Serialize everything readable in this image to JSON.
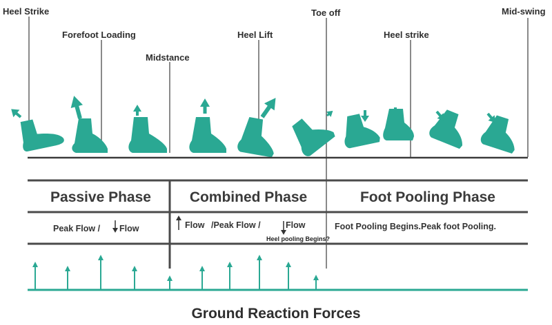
{
  "colors": {
    "teal": "#2aa893",
    "line": "#4a4a4a",
    "text": "#2e2e2e",
    "ground": "#2aa893"
  },
  "gait_labels": [
    {
      "id": "heel-strike",
      "text": "Heel Strike"
    },
    {
      "id": "forefoot-loading",
      "text": "Forefoot Loading"
    },
    {
      "id": "midstance",
      "text": "Midstance"
    },
    {
      "id": "heel-lift",
      "text": "Heel Lift"
    },
    {
      "id": "toe-off",
      "text": "Toe off"
    },
    {
      "id": "heel-strike-2",
      "text": "Heel strike"
    },
    {
      "id": "mid-swing",
      "text": "Mid-swing"
    }
  ],
  "phases": [
    {
      "id": "passive",
      "title": "Passive Phase"
    },
    {
      "id": "combined",
      "title": "Combined Phase"
    },
    {
      "id": "pooling",
      "title": "Foot Pooling Phase"
    }
  ],
  "flow_row": {
    "passive": {
      "left": "Peak Flow /",
      "right": "Flow"
    },
    "combined": {
      "a": "Flow",
      "b": "/Peak Flow /",
      "c": "Flow",
      "note": "Heel pooling Begins?"
    },
    "pooling": {
      "text": "Foot Pooling Begins.Peak foot Pooling."
    }
  },
  "footer": {
    "title": "Ground Reaction Forces"
  }
}
